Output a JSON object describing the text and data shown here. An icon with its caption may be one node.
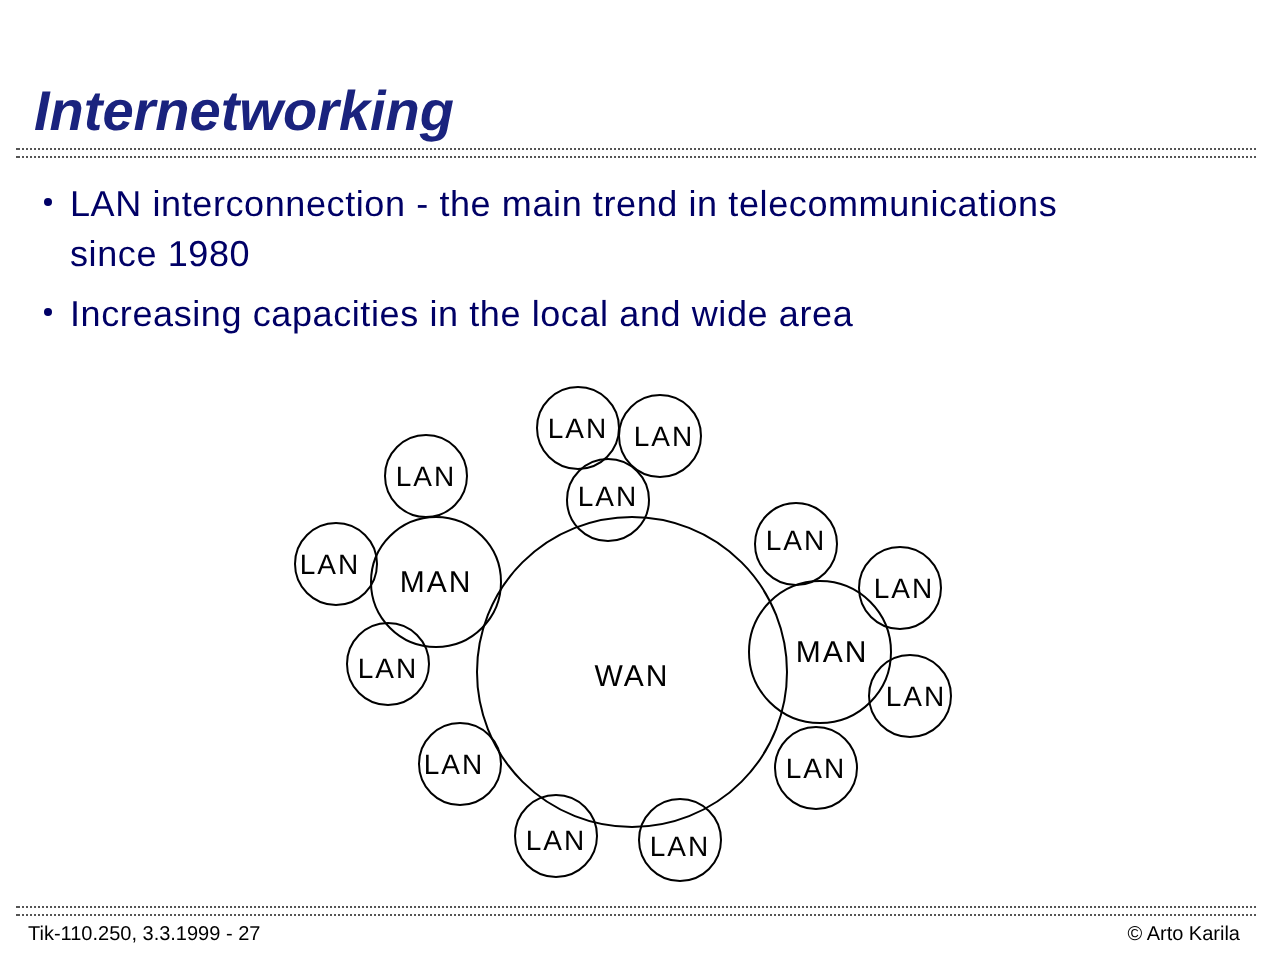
{
  "diagram": {
    "title": "Internetworking",
    "nodes": [
      {
        "text": [
          "WAN"
        ]
      },
      {
        "text": [
          "MAN"
        ]
      },
      {
        "text": [
          "MAN"
        ]
      },
      {
        "text": [
          "LAN"
        ]
      },
      {
        "text": [
          "LAN"
        ]
      },
      {
        "text": [
          "LAN"
        ]
      },
      {
        "text": [
          "LAN"
        ]
      },
      {
        "text": [
          "LAN"
        ]
      },
      {
        "text": [
          "LAN"
        ]
      },
      {
        "text": [
          "LAN"
        ]
      },
      {
        "text": [
          "LAN"
        ]
      },
      {
        "text": [
          "LAN"
        ]
      },
      {
        "text": [
          "LAN"
        ]
      },
      {
        "text": [
          "LAN"
        ]
      },
      {
        "text": [
          "LAN"
        ]
      },
      {
        "text": [
          "LAN"
        ]
      }
    ],
    "edges": [],
    "labels": [
      "LAN interconnection - the main trend in telecommunications since 1980",
      "Increasing capacities in the local and wide area",
      "Tik-110.250, 3.3.1999 - 27",
      "© Arto Karila"
    ]
  }
}
